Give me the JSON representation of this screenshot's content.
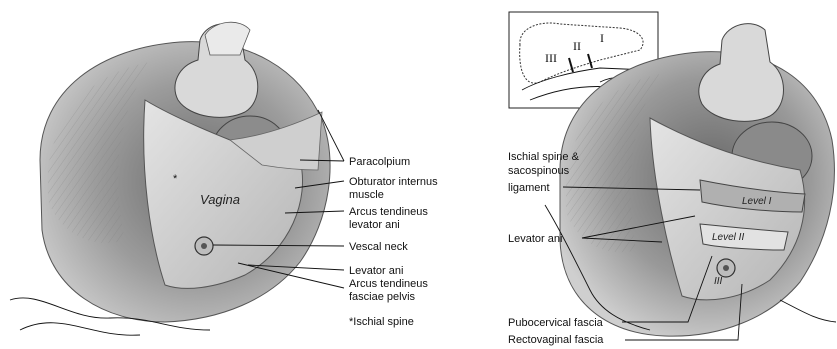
{
  "left_panel": {
    "organ_label": "Vagina",
    "labels": [
      {
        "id": "paracolpium",
        "lines": [
          "Paracolpium"
        ]
      },
      {
        "id": "obturator",
        "lines": [
          "Obturator internus",
          "muscle"
        ]
      },
      {
        "id": "arcus-levator",
        "lines": [
          "Arcus tendineus",
          "levator ani"
        ]
      },
      {
        "id": "vescal-neck",
        "lines": [
          "Vescal neck"
        ]
      },
      {
        "id": "levator-ani",
        "lines": [
          "Levator ani"
        ]
      },
      {
        "id": "arcus-fasciae",
        "lines": [
          "Arcus tendineus",
          "fasciae pelvis"
        ]
      }
    ],
    "footnote": "*Ischial spine",
    "asterisk": "*"
  },
  "right_panel": {
    "inset_levels": [
      "III",
      "II",
      "I"
    ],
    "level_labels": [
      "Level I",
      "Level II",
      "III"
    ],
    "labels": [
      {
        "id": "ischial-spine",
        "lines": [
          "Ischial spine &",
          "sacospinous",
          "ligament"
        ]
      },
      {
        "id": "levator-ani",
        "lines": [
          "Levator ani"
        ]
      },
      {
        "id": "pubocervical",
        "lines": [
          "Pubocervical fascia"
        ]
      },
      {
        "id": "rectovaginal",
        "lines": [
          "Rectovaginal fascia"
        ]
      }
    ]
  },
  "colors": {
    "ink": "#111111",
    "tissue_light": "#c9c9c9",
    "tissue_mid": "#9a9a9a",
    "tissue_dark": "#5c5c5c",
    "paper": "#ffffff"
  }
}
